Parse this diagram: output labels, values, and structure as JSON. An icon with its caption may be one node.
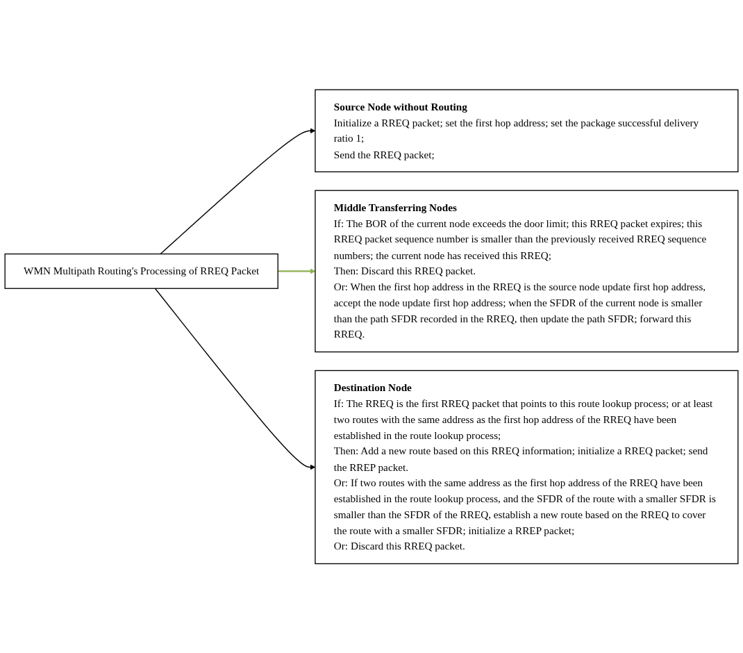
{
  "diagram": {
    "nodes": [
      {
        "text": [
          "WMN Multipath Routing's Processing of RREQ Packet"
        ]
      },
      {
        "text": [
          "Source Node without Routing",
          "Initialize a RREQ packet; set the first hop address; set the package successful delivery ratio 1;",
          "Send the RREQ packet;"
        ]
      },
      {
        "text": [
          "Middle Transferring Nodes",
          "If: The BOR of the current node exceeds the door limit; this RREQ packet expires; this RREQ packet sequence number is smaller than the previously received RREQ sequence numbers; the current node has received this RREQ;",
          "Then: Discard this RREQ packet.",
          "Or: When the first hop address in the RREQ is the source node update first hop address, accept the node update first hop address; when the SFDR of the current node is smaller than the path SFDR recorded in the RREQ, then update the path SFDR; forward this RREQ."
        ]
      },
      {
        "text": [
          "Destination Node",
          "If: The RREQ is the first RREQ packet that points to this route lookup process; or at least two routes with the same address as the first hop address of the RREQ have been established in the route lookup process;",
          "Then: Add a new route based on this RREQ information; initialize a RREQ packet; send the RREP packet.",
          "Or: If two routes with the same address as the first hop address of the RREQ have been established in the route lookup process, and the SFDR of the route with a smaller SFDR is smaller than the SFDR of the RREQ, establish a new route based on the RREQ to cover the route with a smaller SFDR; initialize a RREP packet;",
          "Or: Discard this RREQ packet."
        ]
      }
    ],
    "edges": [
      {
        "from": 0,
        "to": 1,
        "arrow": "to"
      },
      {
        "from": 0,
        "to": 2,
        "arrow": "to",
        "color": "#8db04f"
      },
      {
        "from": 0,
        "to": 3,
        "arrow": "to"
      }
    ]
  }
}
